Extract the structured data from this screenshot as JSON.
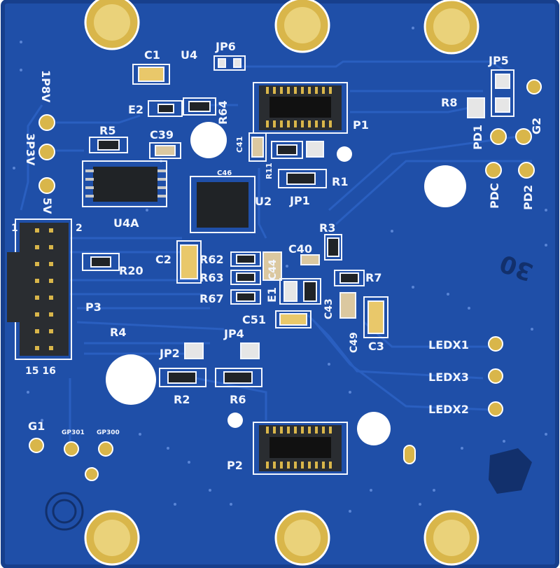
{
  "board": {
    "colors": {
      "substrate": "#1f4fa8",
      "substrate_edge": "#173f8c",
      "copper_trace": "#2a5fc0",
      "silkscreen": "#f2f6ff",
      "gold": "#d9b64a",
      "ic_body": "#202326",
      "hole": "#ffffff"
    },
    "labels": {
      "c1": "C1",
      "u4": "U4",
      "jp6": "JP6",
      "jp5": "JP5",
      "e2": "E2",
      "r64": "R64",
      "r8": "R8",
      "g2": "G2",
      "one_p8v": "1P8V",
      "three_p3v": "3P3V",
      "five_v": "5V",
      "r5": "R5",
      "c39": "C39",
      "c41": "C41",
      "p1": "P1",
      "pd1": "PD1",
      "pdc": "PDC",
      "pd2": "PD2",
      "r1": "R1",
      "jp1": "JP1",
      "r11": "R11",
      "c46": "C46",
      "u4a": "U4A",
      "u2": "U2",
      "r3": "R3",
      "c40": "C40",
      "c2": "C2",
      "c44": "C44",
      "r62": "R62",
      "r63": "R63",
      "r67": "R67",
      "e1": "E1",
      "r7": "R7",
      "c43": "C43",
      "r20": "R20",
      "p3": "P3",
      "r4": "R4",
      "c51": "C51",
      "c49": "C49",
      "c3": "C3",
      "ledx1": "LEDX1",
      "ledx3": "LEDX3",
      "ledx2": "LEDX2",
      "jp2": "JP2",
      "jp4": "JP4",
      "r2": "R2",
      "r6": "R6",
      "pin1": "1",
      "pin2": "2",
      "pin15_16": "15 16",
      "g1": "G1",
      "gp301": "GP301",
      "gp300": "GP300",
      "p2": "P2",
      "marking": "30"
    }
  }
}
